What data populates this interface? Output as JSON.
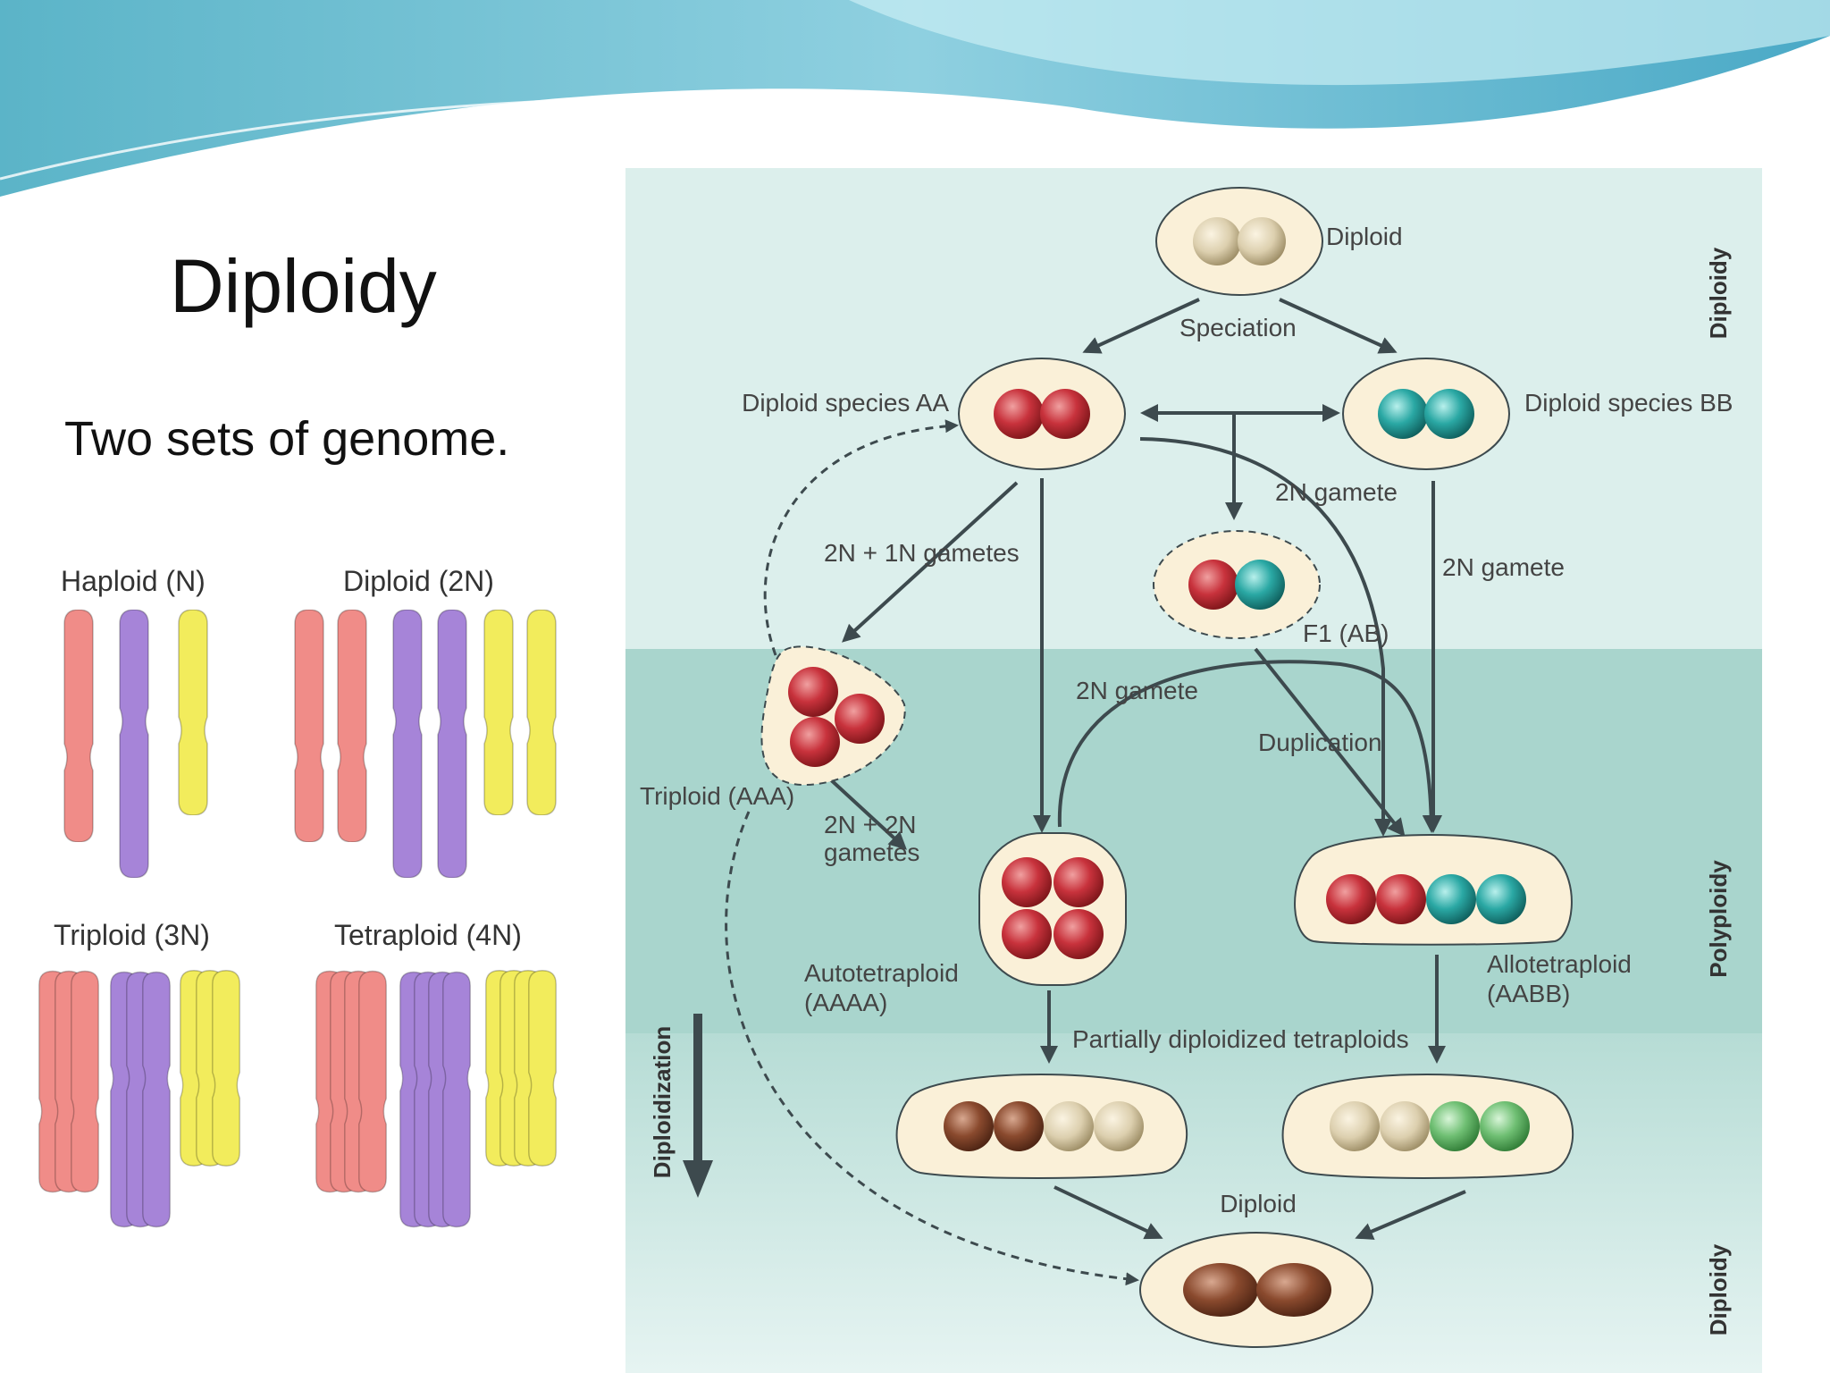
{
  "slide": {
    "title": "Diploidy",
    "subtitle": "Two sets of genome."
  },
  "karyotypes": {
    "haploid": "Haploid (N)",
    "diploid": "Diploid (2N)",
    "triploid": "Triploid (3N)",
    "tetraploid": "Tetraploid (4N)"
  },
  "diagram": {
    "bands": {
      "top": "Diploidy",
      "middle": "Polyploidy",
      "bottom": "Diploidy"
    },
    "diploidization": "Diploidization",
    "labels": {
      "diploid_top": "Diploid",
      "speciation": "Speciation",
      "species_aa": "Diploid species AA",
      "species_bb": "Diploid species BB",
      "gamete_2n_a": "2N gamete",
      "gamete_2n_b": "2N gamete",
      "gamete_2n_c": "2N gamete",
      "gametes_2n_1n": "2N + 1N gametes",
      "f1": "F1 (AB)",
      "triploid": "Triploid (AAA)",
      "duplication": "Duplication",
      "gametes_2n_2n_line1": "2N + 2N",
      "gametes_2n_2n_line2": "gametes",
      "autotetraploid_line1": "Autotetraploid",
      "autotetraploid_line2": "(AAAA)",
      "allotetraploid_line1": "Allotetraploid",
      "allotetraploid_line2": "(AABB)",
      "partial": "Partially diploidized tetraploids",
      "diploid_bottom": "Diploid"
    },
    "colors": {
      "red": "#c8323c",
      "teal": "#2aa8a4",
      "beige": "#dccfae",
      "brown": "#8a4a2e",
      "green": "#6fbf73",
      "cell": "#faf0d8",
      "band_light": "#dcefec",
      "band_dark": "#a9d5cd",
      "arrow": "#3d4a4e"
    }
  }
}
